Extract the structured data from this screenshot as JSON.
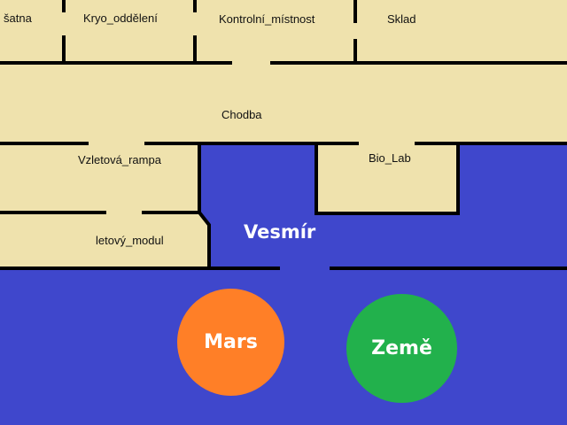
{
  "colors": {
    "station_floor": "#efe2ad",
    "space": "#3f47cc",
    "wall": "#000000",
    "mars": "#ff7f27",
    "earth": "#22b14c"
  },
  "rooms": {
    "satna": "šatna",
    "kryo": "Kryo_oddělení",
    "kontrolni": "Kontrolní_místnost",
    "sklad": "Sklad",
    "chodba": "Chodba",
    "vzletova_rampa": "Vzletová_rampa",
    "bio_lab": "Bio_Lab",
    "letovy_modul": "letový_modul"
  },
  "space": {
    "label": "Vesmír"
  },
  "planets": {
    "mars": "Mars",
    "zeme": "Země"
  }
}
